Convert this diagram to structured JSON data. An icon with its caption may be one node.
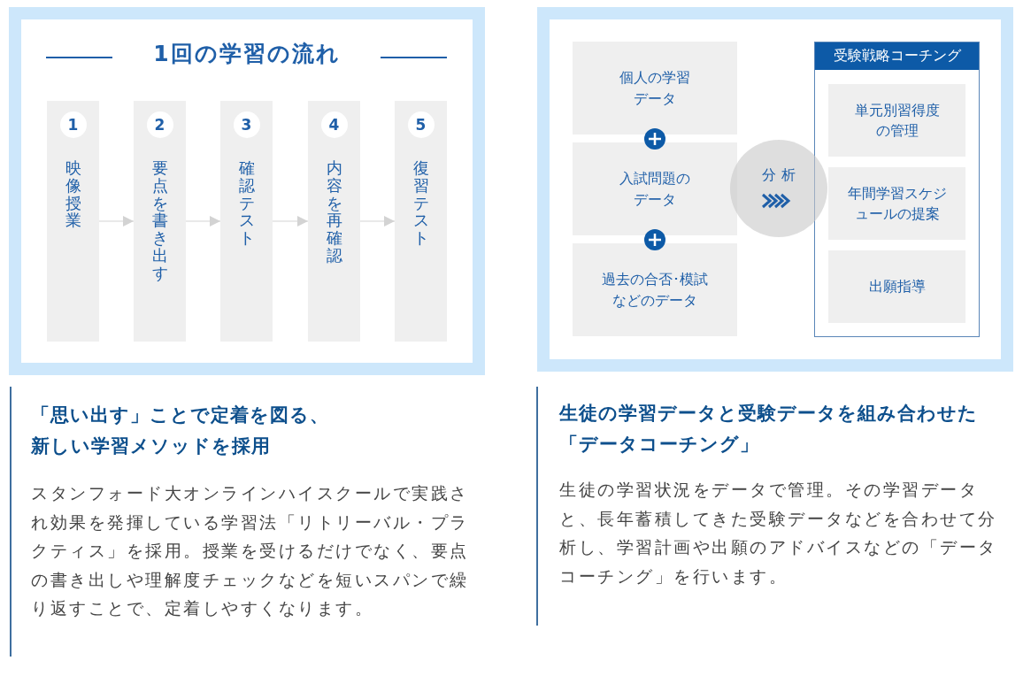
{
  "diagram": {
    "nodes": [
      {
        "text": [
          "1回の学習の流れ"
        ]
      },
      {
        "text": [
          "1",
          "映像授業"
        ],
        "in": 0
      },
      {
        "text": [
          "2",
          "要点を書き出す"
        ],
        "in": 0
      },
      {
        "text": [
          "3",
          "確認テスト"
        ],
        "in": 0
      },
      {
        "text": [
          "4",
          "内容を再確認"
        ],
        "in": 0
      },
      {
        "text": [
          "5",
          "復習テスト"
        ],
        "in": 0
      },
      {
        "text": [
          "個人の学習データ"
        ]
      },
      {
        "text": [
          "入試問題のデータ"
        ]
      },
      {
        "text": [
          "過去の合否･模試などのデータ"
        ]
      },
      {
        "text": [
          "分析"
        ]
      },
      {
        "text": [
          "受験戦略コーチング"
        ]
      },
      {
        "text": [
          "単元別習得度の管理"
        ],
        "in": 10
      },
      {
        "text": [
          "年間学習スケジュールの提案"
        ],
        "in": 10
      },
      {
        "text": [
          "出願指導"
        ],
        "in": 10
      }
    ],
    "edges": [
      {
        "from": 1,
        "to": 2,
        "arrow": "to"
      },
      {
        "from": 2,
        "to": 3,
        "arrow": "to"
      },
      {
        "from": 3,
        "to": 4,
        "arrow": "to"
      },
      {
        "from": 4,
        "to": 5,
        "arrow": "to"
      }
    ],
    "labels": [
      "「思い出す」ことで定着を図る、新しい学習メソッドを採用",
      "スタンフォード大オンラインハイスクールで実践され効果を発揮している学習法「リトリーバル・プラクティス」を採用。授業を受けるだけでなく、要点の書き出しや理解度チェックなどを短いスパンで繰り返すことで、定着しやすくなります。",
      "生徒の学習データと受験データを組み合わせた「データコーチング」",
      "生徒の学習状況をデータで管理。その学習データと、長年蓄積してきた受験データなどを合わせて分析し、学習計画や出願のアドバイスなどの「データコーチング」を行います。"
    ]
  }
}
